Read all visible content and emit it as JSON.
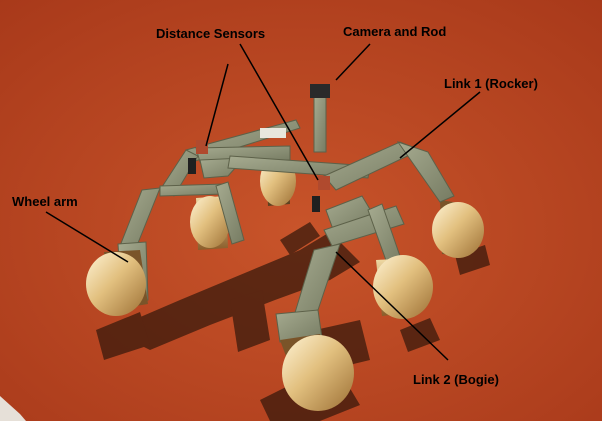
{
  "labels": {
    "distance_sensors": "Distance Sensors",
    "camera_and_rod": "Camera and Rod",
    "link1": "Link 1 (Rocker)",
    "wheel_arm": "Wheel arm",
    "link2": "Link 2 (Bogie)"
  },
  "colors": {
    "ground": "#b8441d",
    "link": "#8e9478",
    "wheel": "#c9a56a",
    "sensor": "#b04a2e",
    "camera": "#2a2a2a",
    "shadow": "#3a1a0c"
  }
}
